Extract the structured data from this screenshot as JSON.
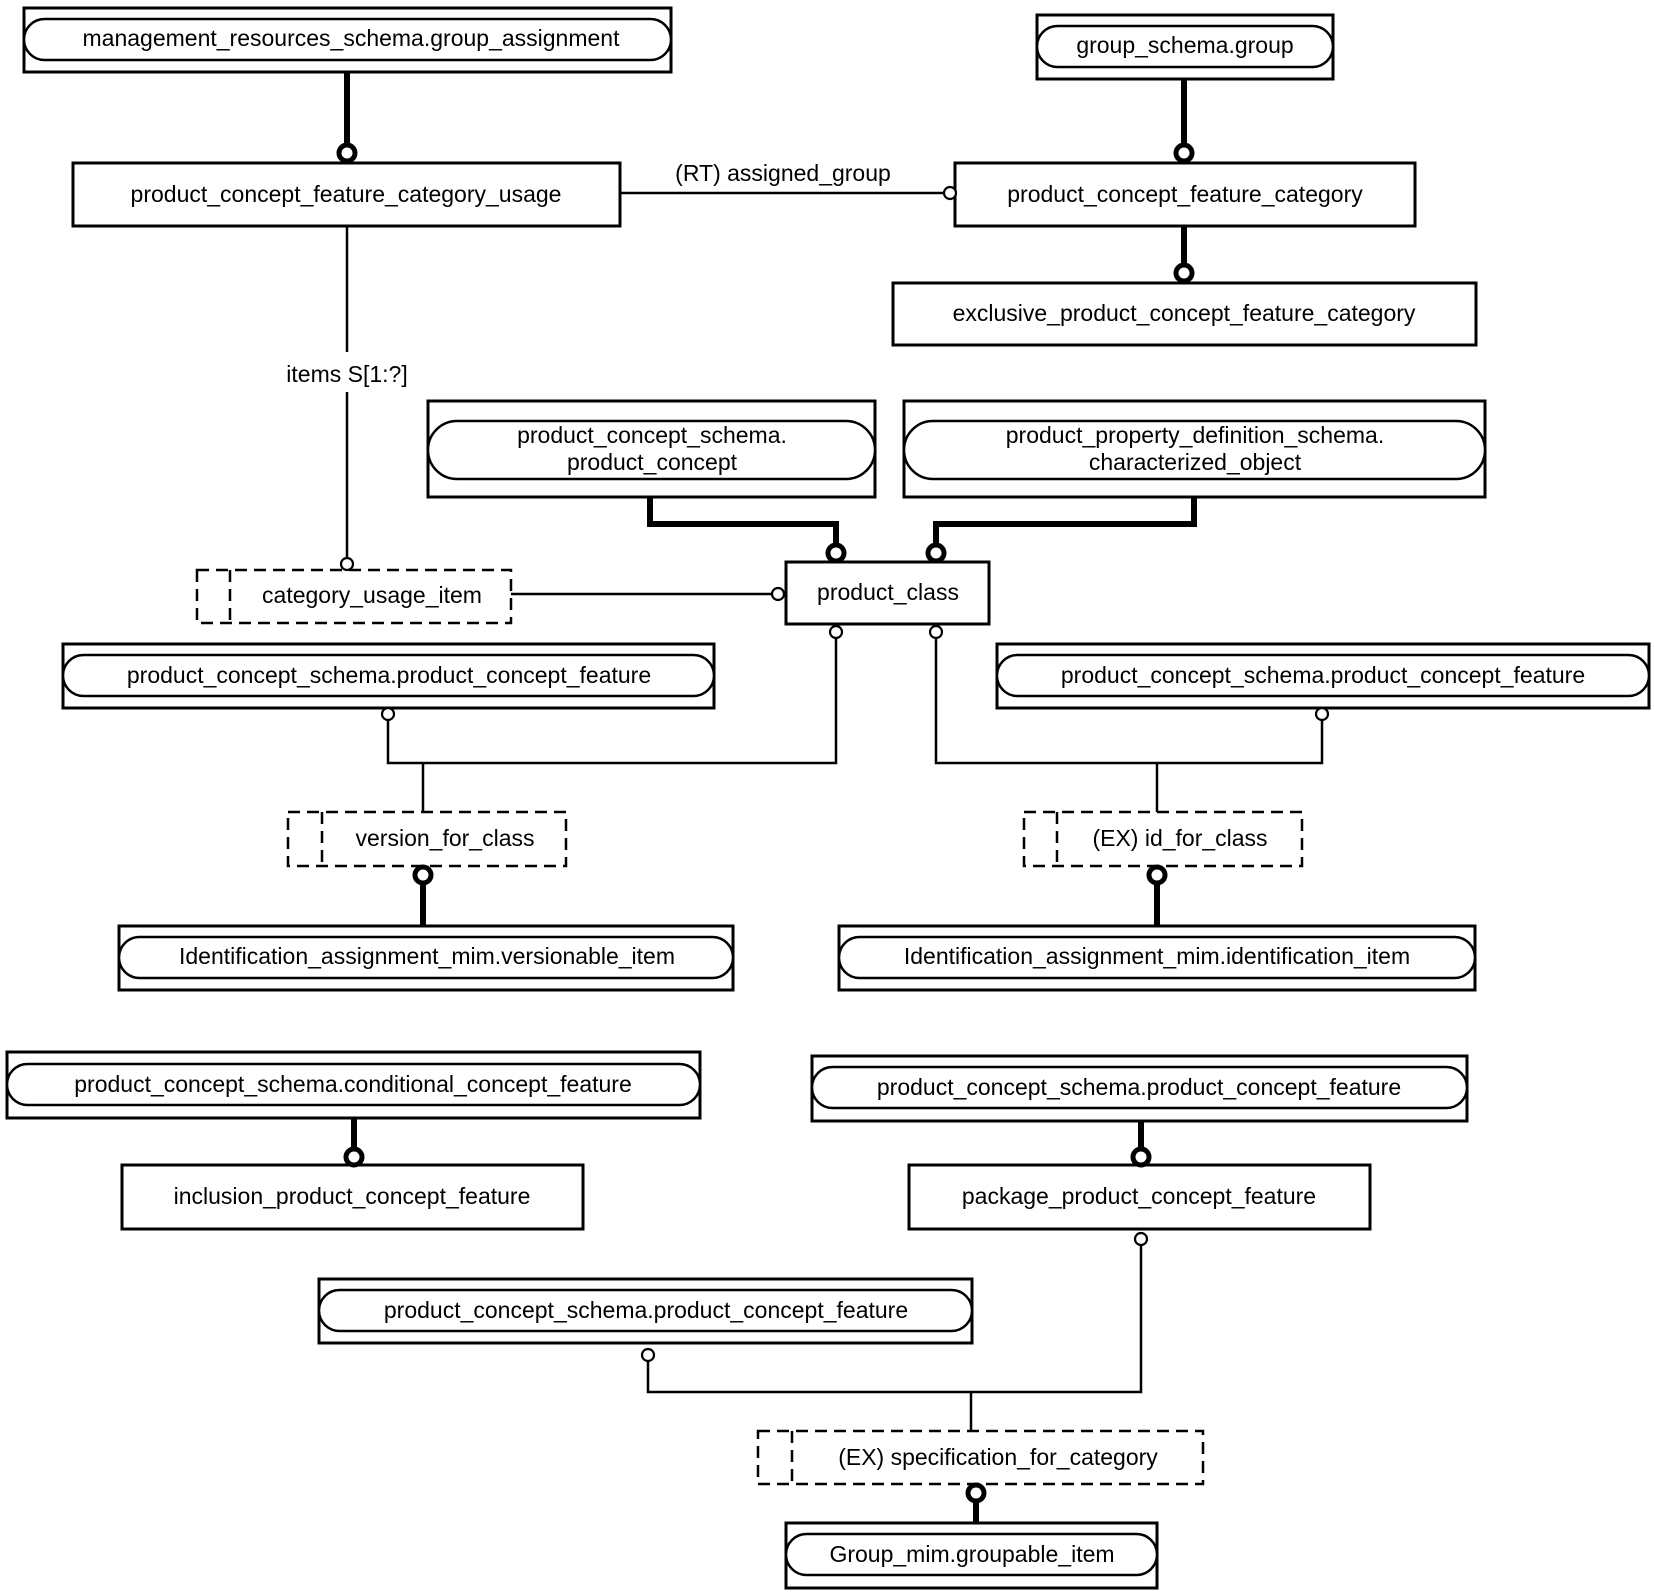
{
  "diagram": {
    "entities": {
      "group_assignment": "management_resources_schema.group_assignment",
      "group": "group_schema.group",
      "category_usage": "product_concept_feature_category_usage",
      "feature_category": "product_concept_feature_category",
      "exclusive_category": "exclusive_product_concept_feature_category",
      "product_concept_line1": "product_concept_schema.",
      "product_concept_line2": "product_concept",
      "characterized_object_line1": "product_property_definition_schema.",
      "characterized_object_line2": "characterized_object",
      "product_class": "product_class",
      "category_usage_item": "category_usage_item",
      "pcf_left": "product_concept_schema.product_concept_feature",
      "pcf_right": "product_concept_schema.product_concept_feature",
      "version_for_class": "version_for_class",
      "id_for_class": "(EX) id_for_class",
      "versionable_item": "Identification_assignment_mim.versionable_item",
      "identification_item": "Identification_assignment_mim.identification_item",
      "conditional_feature": "product_concept_schema.conditional_concept_feature",
      "pcf_package_super": "product_concept_schema.product_concept_feature",
      "inclusion_feature": "inclusion_product_concept_feature",
      "package_feature": "package_product_concept_feature",
      "pcf_bottom": "product_concept_schema.product_concept_feature",
      "specification_for_category": "(EX) specification_for_category",
      "groupable_item": "Group_mim.groupable_item"
    },
    "relations": {
      "assigned_group": "(RT) assigned_group",
      "items": "items S[1:?]"
    }
  }
}
